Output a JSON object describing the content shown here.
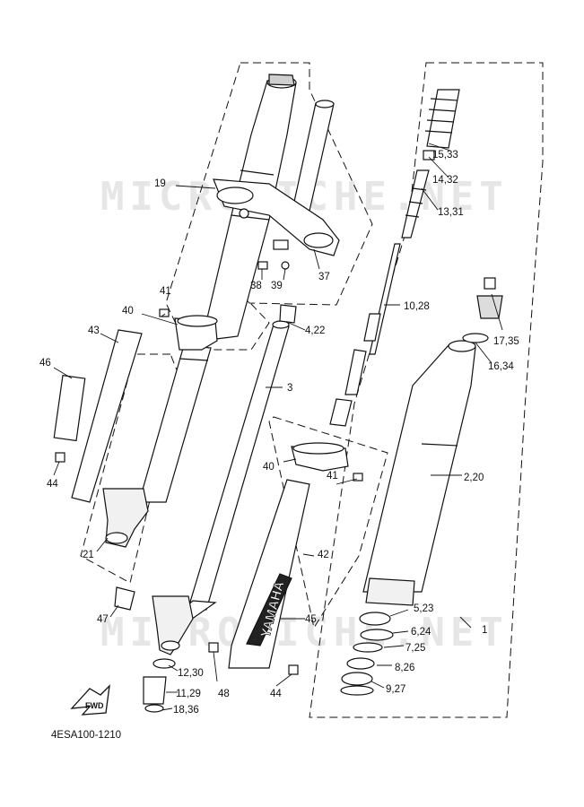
{
  "diagram": {
    "code": "4ESA100-1210",
    "watermark": "MICROFICHE.NET",
    "fwd_label": "FWD",
    "brand_text": "YAMAHA",
    "labels": [
      "15,33",
      "14,32",
      "13,31",
      "19",
      "37",
      "38",
      "39",
      "10,28",
      "41",
      "40",
      "4,22",
      "17,35",
      "16,34",
      "43",
      "46",
      "3",
      "2,20",
      "40",
      "41",
      "44",
      "21",
      "42",
      "5,23",
      "47",
      "45",
      "6,24",
      "7,25",
      "1",
      "12,30",
      "8,26",
      "11,29",
      "48",
      "44",
      "9,27",
      "18,36"
    ]
  }
}
